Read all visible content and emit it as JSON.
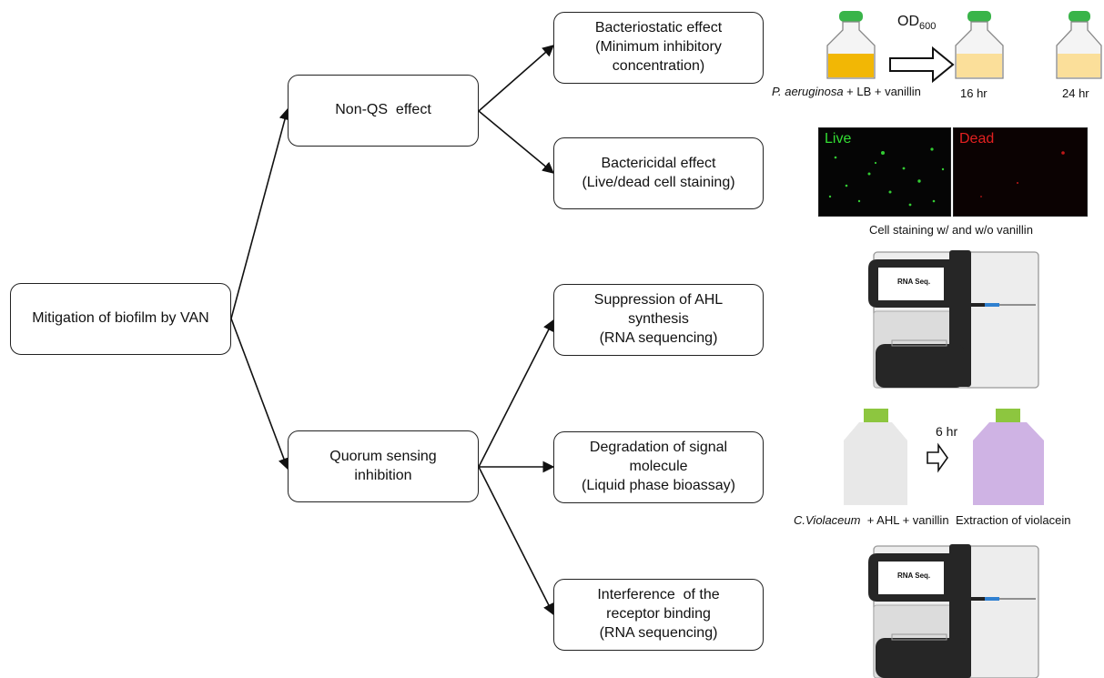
{
  "nodes": {
    "root": {
      "text": "Mitigation of biofilm by VAN"
    },
    "non_qs": {
      "text": "Non-QS  effect"
    },
    "qs": {
      "lines": [
        "Quorum sensing",
        "inhibition"
      ]
    },
    "bacteriostatic": {
      "lines": [
        "Bacteriostatic effect",
        "(Minimum inhibitory",
        "concentration)"
      ]
    },
    "bactericidal": {
      "lines": [
        "Bactericidal effect",
        "(Live/dead cell staining)"
      ]
    },
    "ahl_synthesis": {
      "lines": [
        "Suppression of AHL",
        "synthesis",
        "(RNA sequencing)"
      ]
    },
    "signal_degradation": {
      "lines": [
        "Degradation of signal",
        "molecule",
        "(Liquid phase bioassay)"
      ]
    },
    "receptor_binding": {
      "lines": [
        "Interference  of the",
        "receptor binding",
        "(RNA sequencing)"
      ]
    }
  },
  "mic_panel": {
    "od_label": "OD",
    "od_subscript": "600",
    "caption_species": "P. aeruginosa",
    "caption_rest": " + LB + vanillin",
    "time_1": "16 hr",
    "time_2": "24 hr"
  },
  "staining_panel": {
    "live_label": "Live",
    "dead_label": "Dead",
    "caption": "Cell staining w/ and w/o vanillin"
  },
  "sequencer": {
    "screen_label": "RNA Seq."
  },
  "bioassay_panel": {
    "time_label": "6 hr",
    "caption_species": "C.Violaceum",
    "caption_rest": "  + AHL + vanillin",
    "result_caption": "Extraction of violacein"
  },
  "colors": {
    "cap_green": "#39b449",
    "culture_orange": "#f2b705",
    "culture_pale": "#fbdf9a",
    "live_green": "#33dd33",
    "dead_red": "#e22020",
    "bioassay_cap": "#8dc63f",
    "violacein_purple": "#cfb3e4",
    "flask_grey": "#e8e8e8"
  }
}
